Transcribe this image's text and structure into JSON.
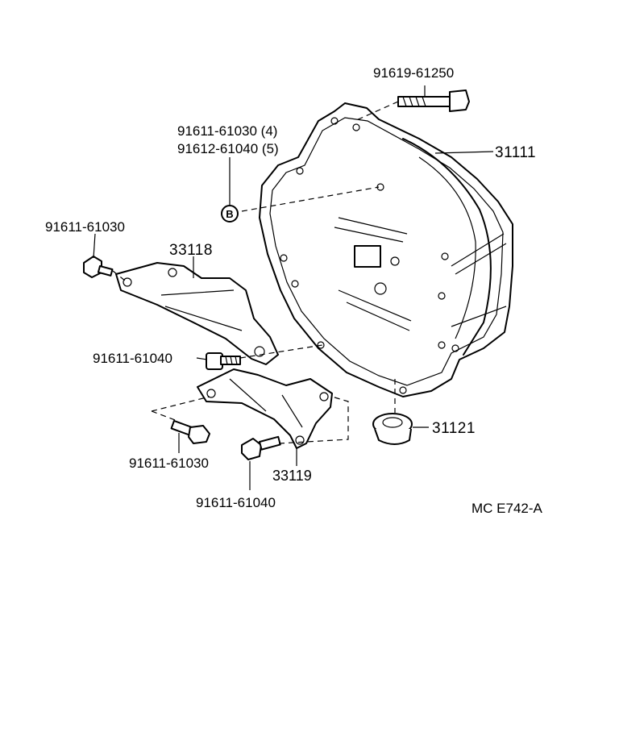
{
  "labels": {
    "bolt_top": "91619-61250",
    "housing": "31111",
    "bolt_group_a": "91611-61030 (4)",
    "bolt_group_b": "91612-61040 (5)",
    "marker_b": "B",
    "bolt_upper_left": "91611-61030",
    "bracket_upper": "33118",
    "bolt_mid_left": "91611-61040",
    "plug": "31121",
    "bolt_lower_left": "91611-61030",
    "bracket_lower": "33119",
    "bolt_lower_mid": "91611-61040",
    "diagram_code": "MC E742-A"
  }
}
